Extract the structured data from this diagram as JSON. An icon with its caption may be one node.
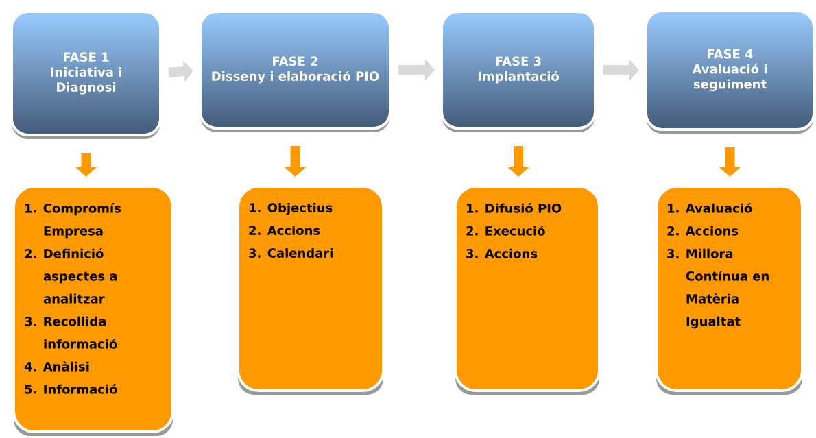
{
  "diagram": {
    "nodes": [
      {
        "text": [
          "FASE 1",
          "Iniciativa  i Diagnosi"
        ]
      },
      {
        "text": [
          "FASE 2",
          "Disseny i elaboració PIO"
        ]
      },
      {
        "text": [
          "FASE 3",
          "Implantació"
        ]
      },
      {
        "text": [
          "FASE 4",
          "Avaluació i seguiment"
        ]
      },
      {
        "text": [
          "1. Compromís Empresa",
          "2. Definició aspectes a analitzar",
          "3. Recollida informació",
          "4. Anàlisi",
          "5. Informació"
        ]
      },
      {
        "text": [
          "1. Objectius",
          "2. Accions",
          "3. Calendari"
        ]
      },
      {
        "text": [
          "1. Difusió PIO",
          "2. Execució",
          "3. Accions"
        ]
      },
      {
        "text": [
          "1. Avaluació",
          "2. Accions",
          "3. Millora Contínua en Matèria Igualtat"
        ]
      }
    ],
    "edges": [
      {
        "from": 0,
        "to": 1,
        "arrow": "to",
        "color": "#d9d9d9"
      },
      {
        "from": 1,
        "to": 2,
        "arrow": "to",
        "color": "#d9d9d9"
      },
      {
        "from": 2,
        "to": 3,
        "arrow": "to",
        "color": "#d9d9d9"
      },
      {
        "from": 0,
        "to": 4,
        "arrow": "to"
      },
      {
        "from": 1,
        "to": 5,
        "arrow": "to"
      },
      {
        "from": 2,
        "to": 6,
        "arrow": "to"
      },
      {
        "from": 3,
        "to": 7,
        "arrow": "to"
      }
    ]
  }
}
